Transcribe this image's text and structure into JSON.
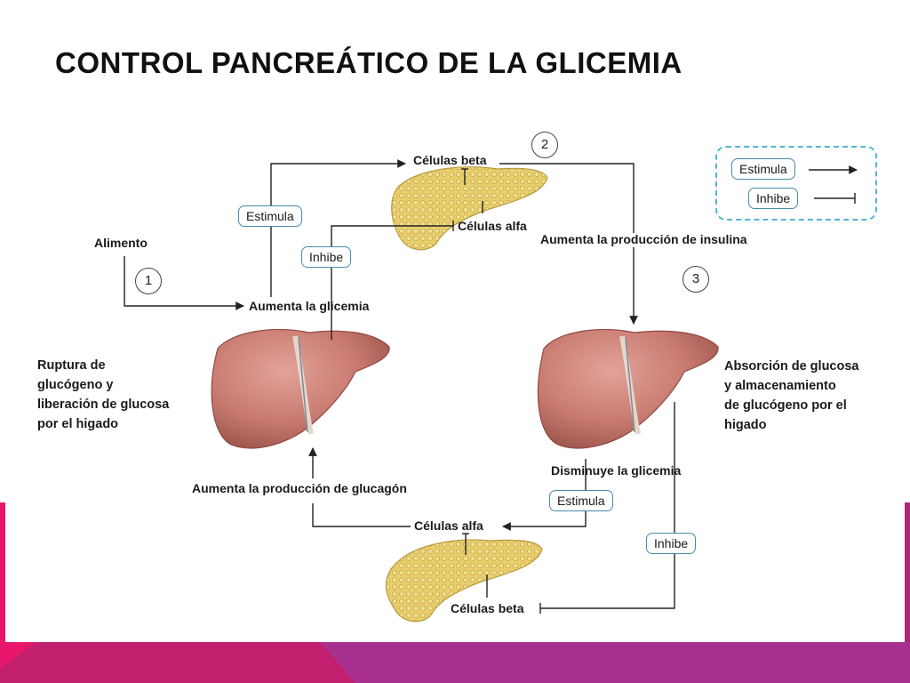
{
  "title": "CONTROL PANCREÁTICO DE LA GLICEMIA",
  "diagram": {
    "steps": [
      "1",
      "2",
      "3"
    ],
    "food": "Alimento",
    "raise_glycemia": "Aumenta la glicemia",
    "beta_cells_top": "Células beta",
    "alpha_cells_top": "Células alfa",
    "insulin_production": "Aumenta la producción de insulina",
    "stimulates_left": "Estimula",
    "inhibits_left": "Inhibe",
    "liver_left_desc": [
      "Ruptura de",
      "glucógeno y",
      "liberación de glucosa",
      "por el higado"
    ],
    "liver_right_desc": [
      "Absorción de glucosa",
      "y almacenamiento",
      "de glucógeno por el",
      "higado"
    ],
    "lower_glycemia": "Disminuye la glicemia",
    "stimulates_right": "Estimula",
    "inhibits_right": "Inhibe",
    "glucagon_production": "Aumenta la producción de glucagón",
    "alpha_cells_bottom": "Células alfa",
    "beta_cells_bottom": "Células beta"
  },
  "legend": {
    "stimulates": "Estimula",
    "inhibits": "Inhibe"
  },
  "colors": {
    "accent_pink": "#e8176b",
    "accent_magenta": "#b0267a",
    "accent_purple": "#9b2f8e",
    "box_border": "#4a8aa8",
    "legend_border": "#55b4d4",
    "liver": "#c97a70",
    "pancreas": "#e8cf6e"
  }
}
